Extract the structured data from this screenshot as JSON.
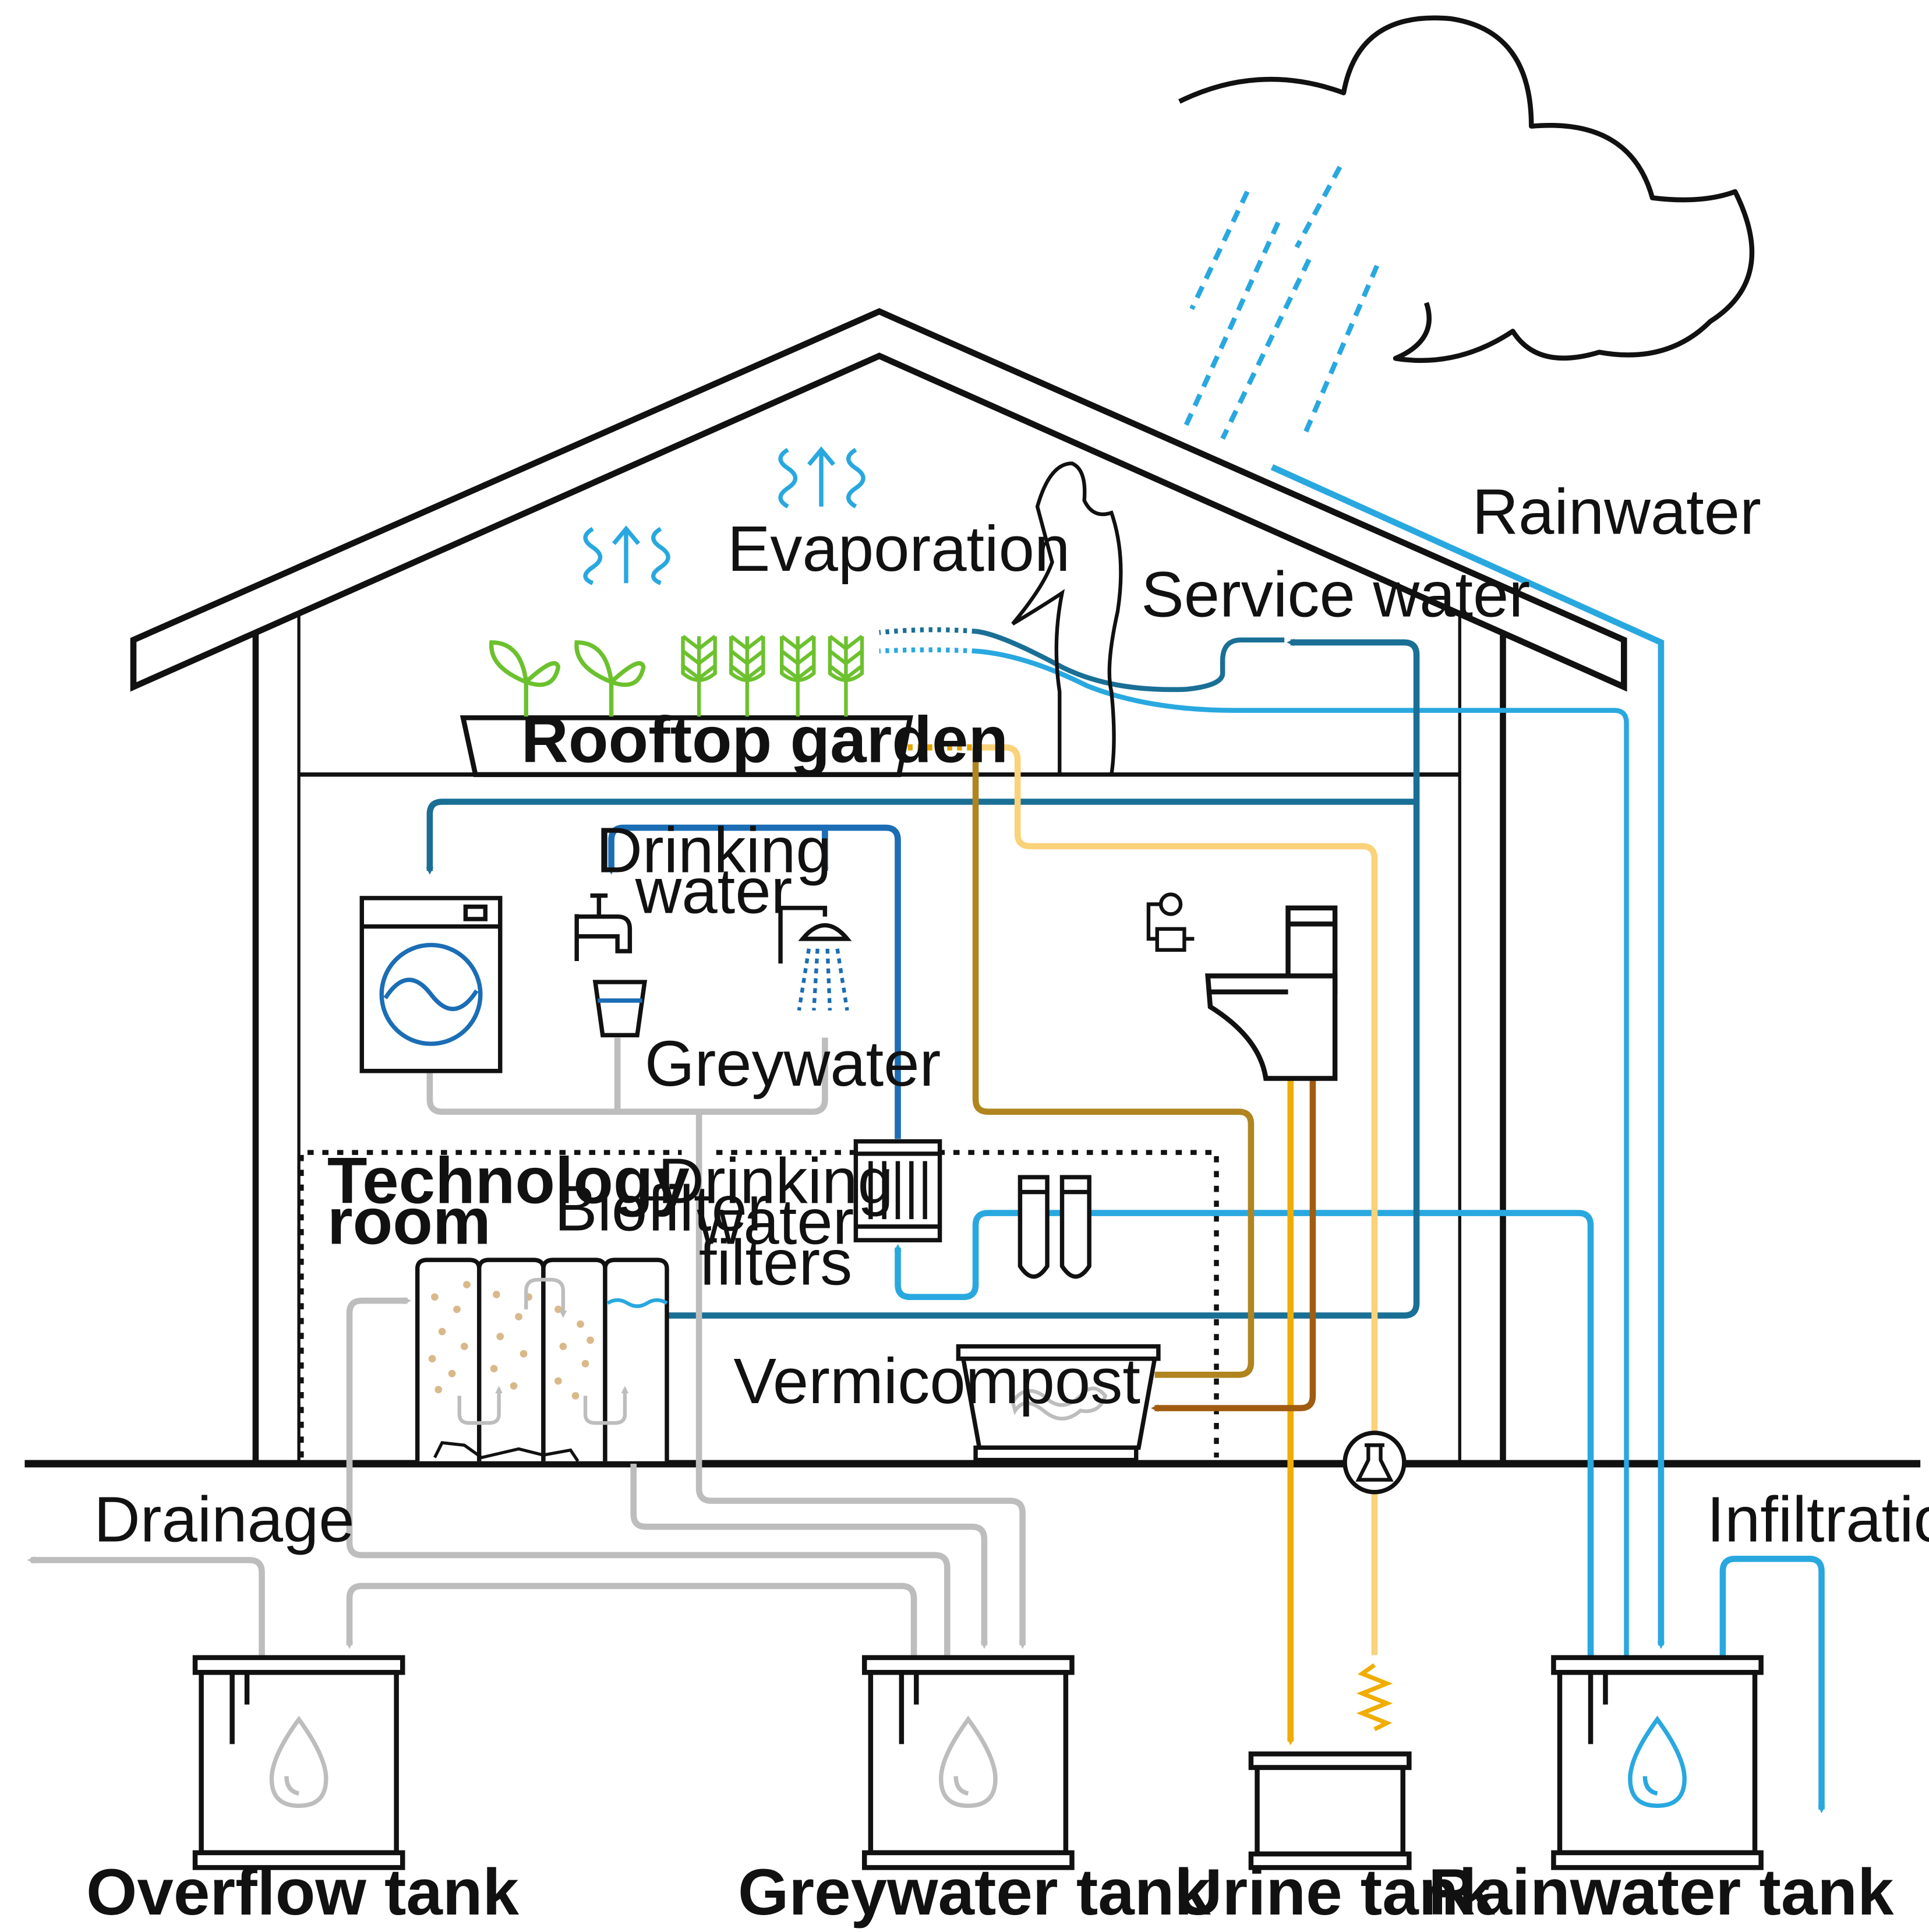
{
  "labels": {
    "rainwater": "Rainwater",
    "evaporation": "Evaporation",
    "service_water": "Service water",
    "rooftop_garden": "Rooftop garden",
    "drinking_water_1": "Drinking",
    "drinking_water_2": "water",
    "greywater": "Greywater",
    "technology_room_1": "Technology",
    "technology_room_2": "room",
    "biofilter": "Biofilter",
    "dw_filters_1": "Drinking",
    "dw_filters_2": "water",
    "dw_filters_3": "filters",
    "vermicompost": "Vermicompost",
    "drainage": "Drainage",
    "infiltration": "Infiltration",
    "overflow_tank": "Overflow tank",
    "greywater_tank": "Greywater tank",
    "urine_tank": "Urine tank",
    "rainwater_tank": "Rainwater tank"
  },
  "colors": {
    "rain_blue": "#29a8e0",
    "service_teal": "#1a6f95",
    "drinking_blue": "#1b6db5",
    "grey_pipe": "#bdbdbd",
    "urine_gold": "#f0ad00",
    "urine_light": "#fad27a",
    "brown": "#b08520",
    "dark_brown": "#a05c10",
    "plant_green": "#6cc12e",
    "outline": "#111111"
  },
  "icons": [
    "cloud-icon",
    "rain-icon",
    "person-icon",
    "plant-icon",
    "wheat-icon",
    "evaporation-icon",
    "washing-machine-icon",
    "faucet-icon",
    "glass-icon",
    "shower-icon",
    "toilet-icon",
    "toilet-paper-icon",
    "filter-icon",
    "test-tube-icon",
    "worm-icon",
    "flask-icon",
    "water-drop-icon",
    "spring-icon"
  ]
}
